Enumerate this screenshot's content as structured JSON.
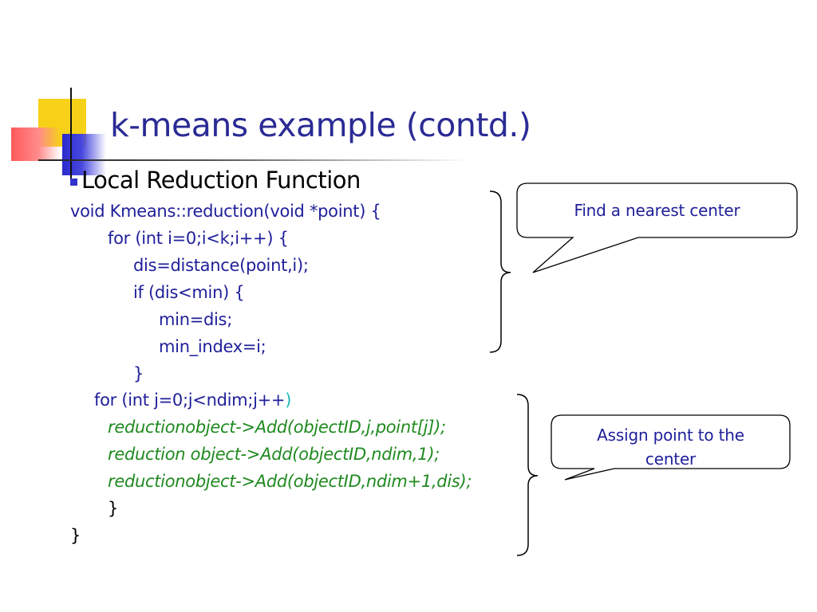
{
  "slide": {
    "title": "k-means example (contd.)",
    "subtitle": "Local Reduction Function"
  },
  "code": {
    "line1": "void Kmeans::reduction(void *point) {",
    "line2": "for (int i=0;i<k;i++) {",
    "line3": "dis=distance(point,i);",
    "line4": "if (dis<min) {",
    "line5": "min=dis;",
    "line6": "min_index=i;",
    "line7": "}",
    "line8_main": "for (int j=0;j<ndim;j++",
    "line8_paren": ")",
    "line9": "reductionobject->Add(objectID,j,point[j]);",
    "line10": "reduction object->Add(objectID,ndim,1);",
    "line11": "reductionobject->Add(objectID,ndim+1,dis);",
    "line12": "}",
    "line13": "}"
  },
  "callouts": {
    "first": "Find a nearest center",
    "second_line1": "Assign  point to the",
    "second_line2": "center"
  },
  "colors": {
    "title": "#2b2b95",
    "code_blue": "#1f1f9a",
    "code_green": "#1f8a1f"
  }
}
